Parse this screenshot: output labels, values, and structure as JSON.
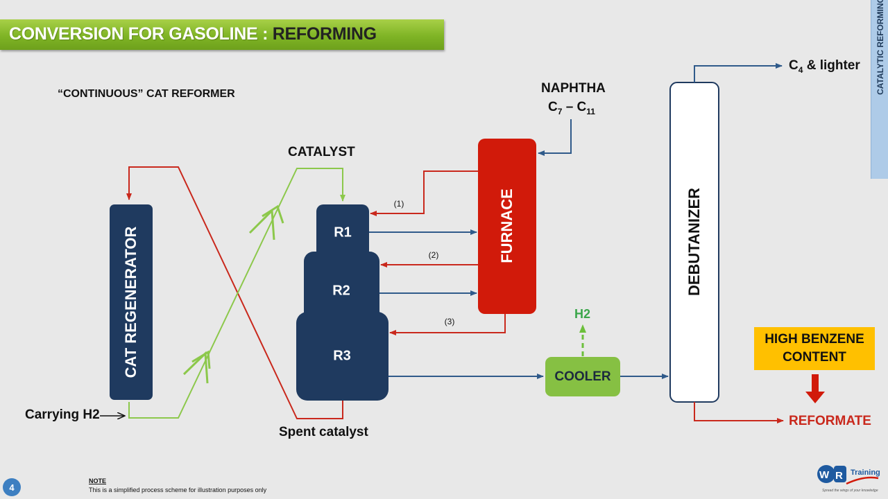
{
  "banner": {
    "prefix": "CONVERSION FOR GASOLINE",
    "separator": " : ",
    "highlight": "REFORMING"
  },
  "side_tab": {
    "label": "CATALYTIC REFORMING"
  },
  "subtitle": "“CONTINUOUS” CAT REFORMER",
  "diagram": {
    "cat_regenerator_label": "CAT REGENERATOR",
    "catalyst_label": "CATALYST",
    "carrying_h2_label": "Carrying H2",
    "spent_catalyst_label": "Spent catalyst",
    "reactor_stages": [
      "R1",
      "R2",
      "R3"
    ],
    "furnace_label": "FURNACE",
    "naphtha_label": "NAPHTHA",
    "naphtha_range": {
      "c1": "C",
      "sub1": "7",
      "dash": " – ",
      "c2": "C",
      "sub2": "11"
    },
    "return_numbers": [
      "(1)",
      "(2)",
      "(3)"
    ],
    "cooler_label": "COOLER",
    "h2_label": "H2",
    "debutanizer_label": "DEBUTANIZER",
    "c4_lighter": {
      "c": "C",
      "sub": "4",
      "rest": " & lighter"
    },
    "reformate_label": "REFORMATE",
    "high_benzene": {
      "line1": "HIGH BENZENE",
      "line2": "CONTENT"
    }
  },
  "footer": {
    "page_number": "4",
    "note_title": "NOTE",
    "note_text": "This is a simplified process scheme for illustration purposes only",
    "logo_text": "Training",
    "logo_tagline": "Spread the wings of your knowledge"
  },
  "colors": {
    "navy": "#1f3a5f",
    "furnace_red": "#d11a0a",
    "flow_red": "#c9281c",
    "flow_blue": "#2f5a8a",
    "catalyst_green": "#8cc84b",
    "cooler_green": "#86c043",
    "benzene_yellow": "#ffc000",
    "banner_green": "#7fb425"
  }
}
